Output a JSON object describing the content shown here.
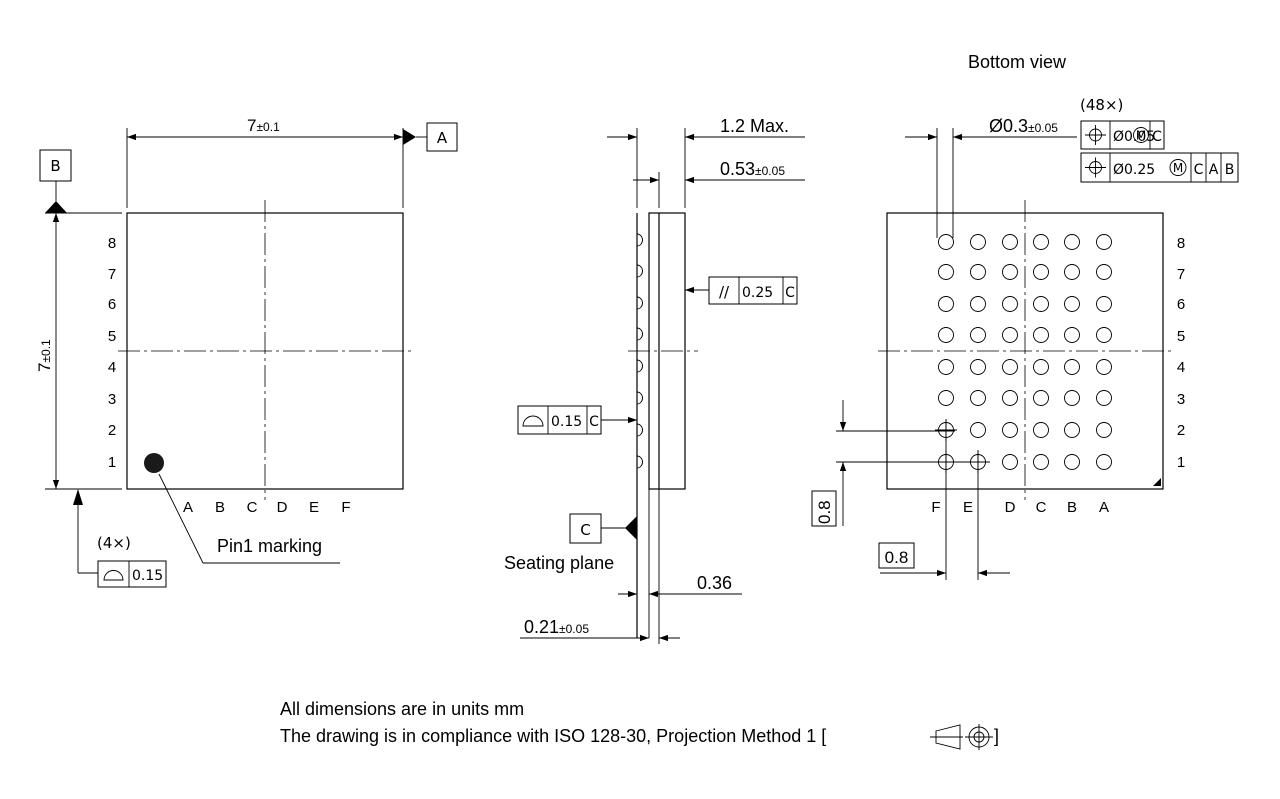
{
  "top_view": {
    "width_dim": "7",
    "width_tol": "±0.1",
    "height_dim": "7",
    "height_tol": "±0.1",
    "datum_a": "A",
    "datum_b": "B",
    "row_labels": [
      "8",
      "7",
      "6",
      "5",
      "4",
      "3",
      "2",
      "1"
    ],
    "col_labels": [
      "A",
      "B",
      "C",
      "D",
      "E",
      "F"
    ],
    "pin1_label": "Pin1 marking",
    "flatness_count": "(4×)",
    "flatness_value": "0.15"
  },
  "side_view": {
    "max_height": "1.2 Max.",
    "body_dim": "0.53",
    "body_tol": "±0.05",
    "parallelism_symbol": "//",
    "parallelism_value": "0.25",
    "parallelism_datum": "C",
    "profile_value": "0.15",
    "profile_datum": "C",
    "seating_datum": "C",
    "seating_label": "Seating plane",
    "ball_dim": "0.36",
    "standoff_dim": "0.21",
    "standoff_tol": "±0.05"
  },
  "bottom_view": {
    "title": "Bottom view",
    "ball_count": "(48×)",
    "ball_dia": "Ø0.3",
    "ball_tol": "±0.05",
    "fcf1_value": "Ø0.05",
    "fcf1_modifier": "M",
    "fcf1_datums": [
      "C"
    ],
    "fcf2_value": "Ø0.25",
    "fcf2_modifier": "M",
    "fcf2_datums": [
      "C",
      "A",
      "B"
    ],
    "row_labels": [
      "8",
      "7",
      "6",
      "5",
      "4",
      "3",
      "2",
      "1"
    ],
    "col_labels": [
      "F",
      "E",
      "D",
      "C",
      "B",
      "A"
    ],
    "pitch_vertical": "0.8",
    "pitch_horizontal": "0.8"
  },
  "notes": {
    "line1": "All dimensions are in units mm",
    "line2": "The drawing is in compliance with ISO 128-30, Projection Method 1 [",
    "line2_end": "]"
  }
}
